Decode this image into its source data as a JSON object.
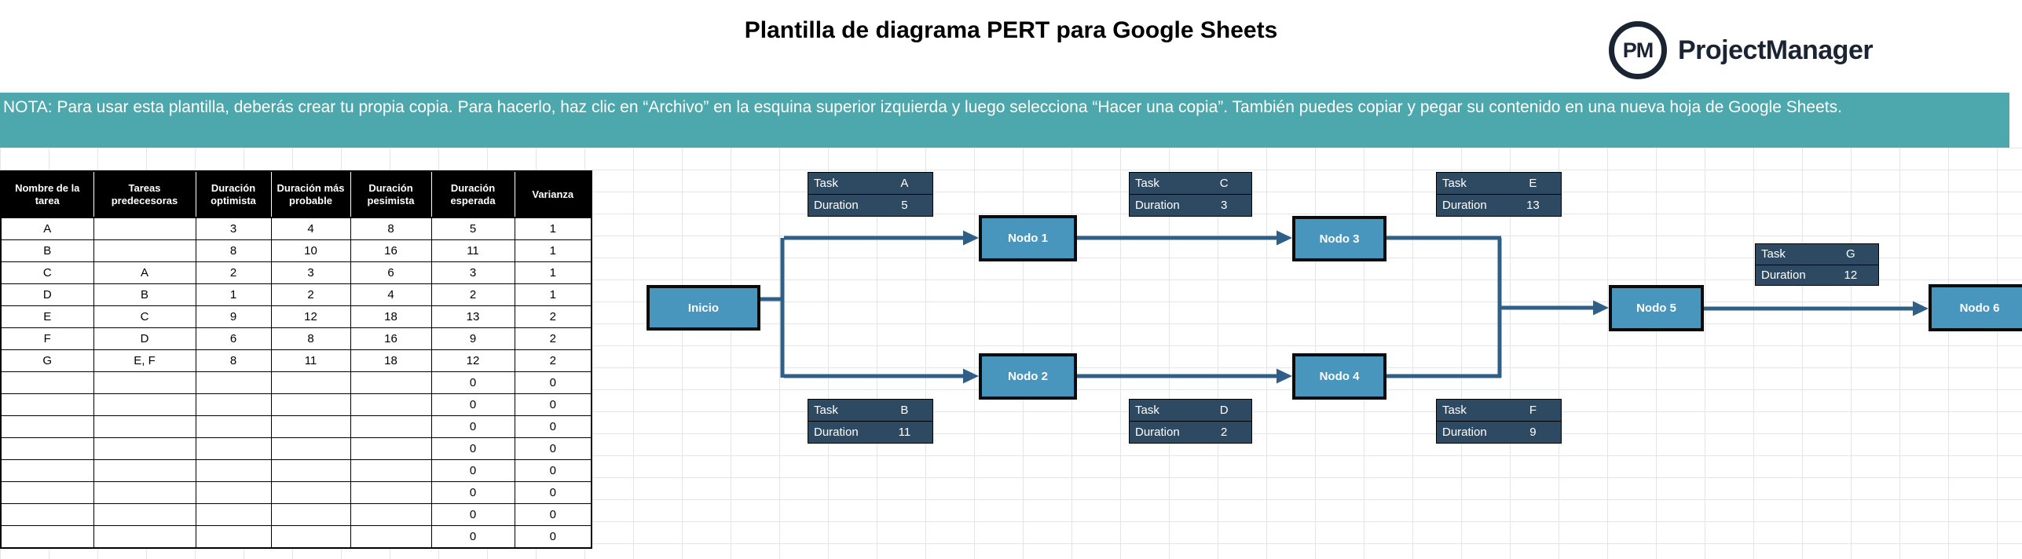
{
  "header": {
    "title": "Plantilla de diagrama PERT para Google Sheets",
    "logo": {
      "monogram": "PM",
      "brand": "ProjectManager"
    }
  },
  "banner": {
    "text": "NOTA: Para usar esta plantilla, deberás crear tu propia copia. Para hacerlo, haz clic en “Archivo” en la esquina superior izquierda y luego selecciona “Hacer una copia”. También puedes copiar y pegar su contenido en una nueva hoja de Google Sheets."
  },
  "table": {
    "headers": [
      "Nombre de la tarea",
      "Tareas predecesoras",
      "Duración optimista",
      "Duración más probable",
      "Duración pesimista",
      "Duración esperada",
      "Varianza"
    ],
    "rows": [
      [
        "A",
        "",
        "3",
        "4",
        "8",
        "5",
        "1"
      ],
      [
        "B",
        "",
        "8",
        "10",
        "16",
        "11",
        "1"
      ],
      [
        "C",
        "A",
        "2",
        "3",
        "6",
        "3",
        "1"
      ],
      [
        "D",
        "B",
        "1",
        "2",
        "4",
        "2",
        "1"
      ],
      [
        "E",
        "C",
        "9",
        "12",
        "18",
        "13",
        "2"
      ],
      [
        "F",
        "D",
        "6",
        "8",
        "16",
        "9",
        "2"
      ],
      [
        "G",
        "E, F",
        "8",
        "11",
        "18",
        "12",
        "2"
      ],
      [
        "",
        "",
        "",
        "",
        "",
        "0",
        "0"
      ],
      [
        "",
        "",
        "",
        "",
        "",
        "0",
        "0"
      ],
      [
        "",
        "",
        "",
        "",
        "",
        "0",
        "0"
      ],
      [
        "",
        "",
        "",
        "",
        "",
        "0",
        "0"
      ],
      [
        "",
        "",
        "",
        "",
        "",
        "0",
        "0"
      ],
      [
        "",
        "",
        "",
        "",
        "",
        "0",
        "0"
      ],
      [
        "",
        "",
        "",
        "",
        "",
        "0",
        "0"
      ],
      [
        "",
        "",
        "",
        "",
        "",
        "0",
        "0"
      ]
    ]
  },
  "diagram": {
    "nodes": {
      "inicio": {
        "label": "Inicio"
      },
      "nodo1": {
        "label": "Nodo 1"
      },
      "nodo2": {
        "label": "Nodo 2"
      },
      "nodo3": {
        "label": "Nodo 3"
      },
      "nodo4": {
        "label": "Nodo 4"
      },
      "nodo5": {
        "label": "Nodo 5"
      },
      "nodo6": {
        "label": "Nodo 6"
      }
    },
    "task_cards": {
      "a": {
        "task_label": "Task",
        "task": "A",
        "duration_label": "Duration",
        "duration": "5"
      },
      "b": {
        "task_label": "Task",
        "task": "B",
        "duration_label": "Duration",
        "duration": "11"
      },
      "c": {
        "task_label": "Task",
        "task": "C",
        "duration_label": "Duration",
        "duration": "3"
      },
      "d": {
        "task_label": "Task",
        "task": "D",
        "duration_label": "Duration",
        "duration": "2"
      },
      "e": {
        "task_label": "Task",
        "task": "E",
        "duration_label": "Duration",
        "duration": "13"
      },
      "f": {
        "task_label": "Task",
        "task": "F",
        "duration_label": "Duration",
        "duration": "9"
      },
      "g": {
        "task_label": "Task",
        "task": "G",
        "duration_label": "Duration",
        "duration": "12"
      }
    }
  },
  "colors": {
    "banner": "#4ca8ac",
    "node_fill": "#4896bd",
    "task_fill": "#2e4a63",
    "connector": "#2f5f86",
    "table_header_bg": "#000000",
    "brand": "#1a2433"
  }
}
